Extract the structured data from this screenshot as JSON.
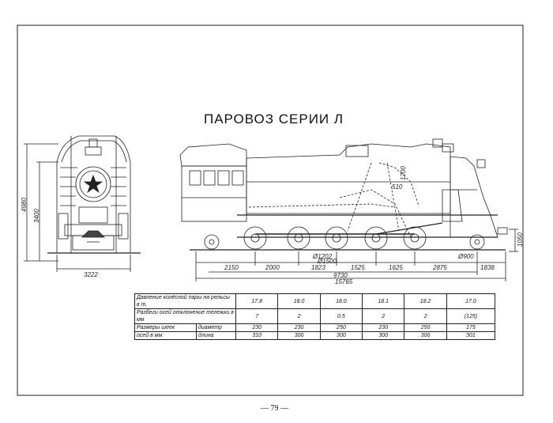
{
  "title": "ПАРОВОЗ СЕРИИ Л",
  "front_view": {
    "dims": {
      "height_total": "4980",
      "height_axis": "3400",
      "width": "3222"
    }
  },
  "side_view": {
    "dims": {
      "spacings": [
        "2150",
        "2000",
        "1823",
        "1525",
        "1625",
        "2875",
        "1838"
      ],
      "wheel_small": "Ø1202",
      "wheel_large": "Ø1500",
      "wheel_right": "Ø900",
      "wheelbase": "9730",
      "length": "15765",
      "right_height": "1050",
      "measure_510": "510",
      "measure_1200": "1200"
    }
  },
  "table": {
    "rows": [
      {
        "label": "Давление колёсной пары на рельсы в т.",
        "sub": "",
        "values": [
          "17.8",
          "18.0",
          "18.0",
          "18.1",
          "18.2",
          "17.0"
        ]
      },
      {
        "label": "Разбеги осей отклонение тележки в мм",
        "sub": "",
        "values": [
          "7",
          "2",
          "0.5",
          "2",
          "2",
          "(125)"
        ]
      },
      {
        "label": "Размеры шеек",
        "sub": "диаметр",
        "values": [
          "230",
          "230",
          "250",
          "230",
          "250",
          "175"
        ]
      },
      {
        "label": "осей в мм",
        "sub": "длина",
        "values": [
          "310",
          "300",
          "300",
          "300",
          "300",
          "301"
        ]
      }
    ]
  },
  "page_number": "— 79 —"
}
